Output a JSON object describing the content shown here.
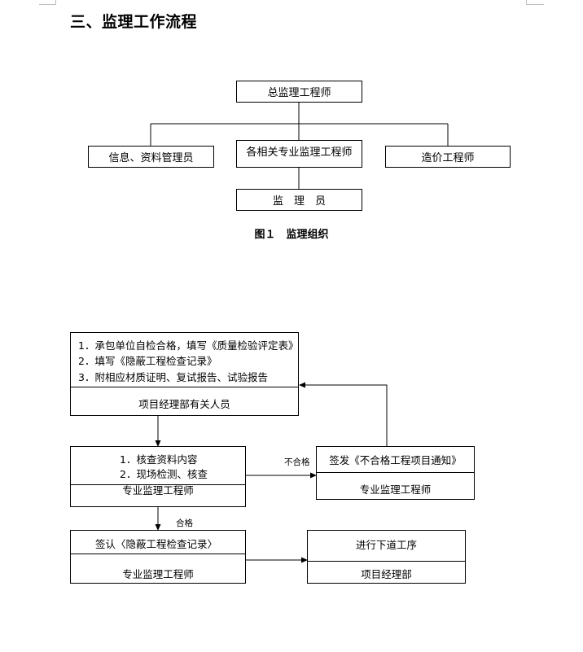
{
  "heading": "三、监理工作流程",
  "org_chart": {
    "top": "总监理工程师",
    "left": "信息、资料管理员",
    "middle": "各相关专业监理工程师",
    "right": "造价工程师",
    "bottom": "监　理　员",
    "caption": "图１　监理组织"
  },
  "flow": {
    "start_lines": [
      "1．承包单位自检合格，填写《质量检验评定表》",
      "2．填写《隐蔽工程检查记录》",
      "3．附相应材质证明、复试报告、试验报告"
    ],
    "start_owner": "项目经理部有关人员",
    "check_lines": [
      "1．核查资料内容",
      "2．现场检测、核查"
    ],
    "check_owner": "专业监理工程师",
    "reject_label": "不合格",
    "reject_title": "签发《不合格工程项目通知》",
    "reject_owner": "专业监理工程师",
    "pass_label": "合格",
    "sign_title": "签认〈隐蔽工程检查记录〉",
    "sign_owner": "专业监理工程师",
    "next_title": "进行下道工序",
    "next_owner": "项目经理部"
  }
}
